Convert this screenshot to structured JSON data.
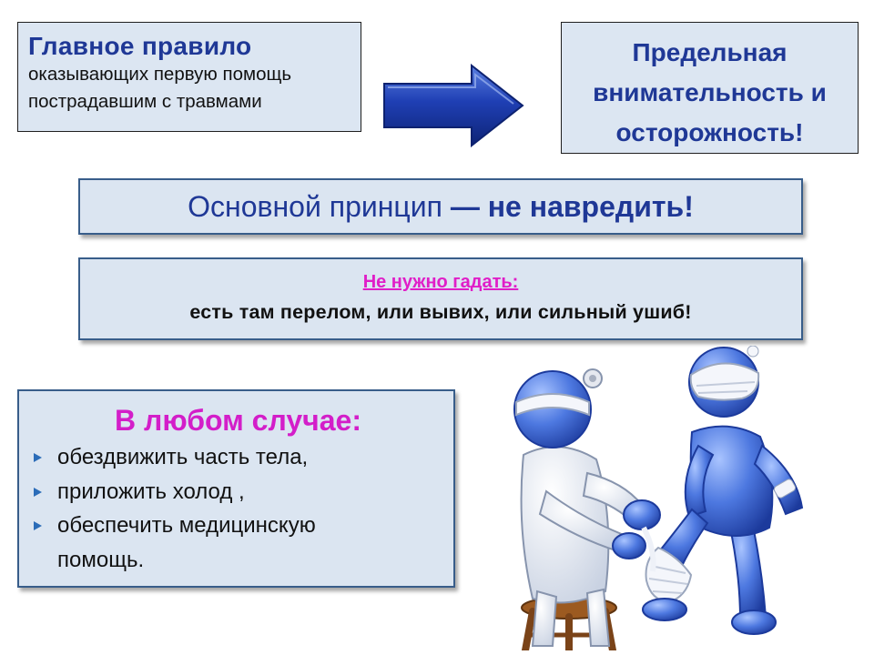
{
  "rule_box": {
    "title": "Главное  правило",
    "line1": "оказывающих первую помощь",
    "line2": "пострадавшим с травмами"
  },
  "care_box": {
    "line1": "Предельная",
    "line2": "внимательность  и",
    "line3": "осторожность!"
  },
  "principle_box": {
    "normal": "Основной принцип ",
    "bold": "— не навредить!"
  },
  "guess_box": {
    "warning": "Не нужно гадать:",
    "text": "есть там перелом, или вывих, или сильный ушиб!"
  },
  "case_box": {
    "heading": "В любом случае:",
    "items": [
      "обездвижить часть тела,",
      "приложить холод ,",
      "обеспечить медицинскую"
    ],
    "continuation": "помощь."
  },
  "colors": {
    "title_blue": "#1f3896",
    "magenta": "#d31ec9",
    "box_fill": "#dbe5f1",
    "box_border": "#385d8a",
    "arrow_blue": "#1f3fb4"
  },
  "illustration": {
    "icon": "first-aid-figures-illustration"
  }
}
